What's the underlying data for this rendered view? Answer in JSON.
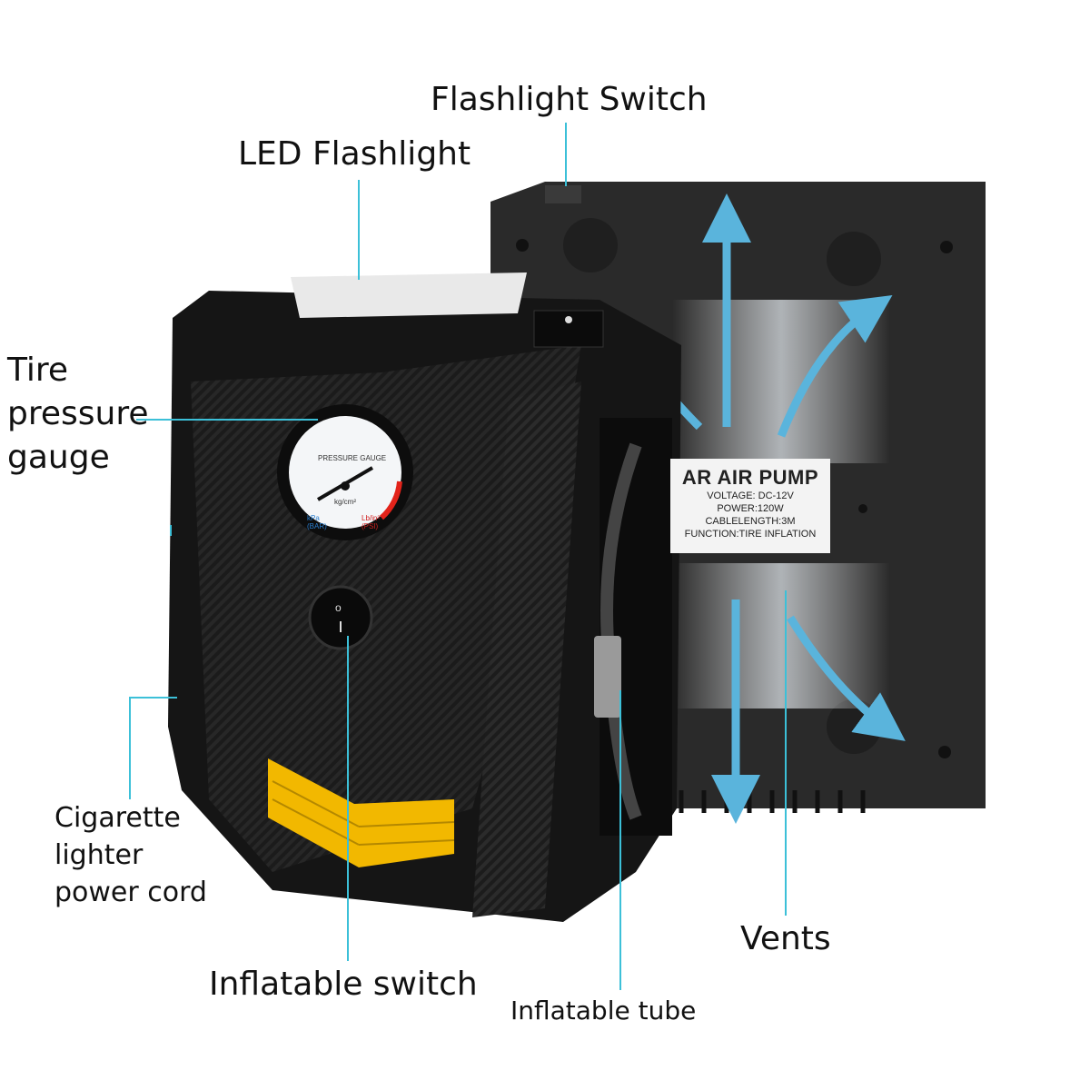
{
  "labels": {
    "flashlight_switch": "Flashlight Switch",
    "led_flashlight": "LED Flashlight",
    "tire_pressure_gauge": [
      "Tire",
      "pressure",
      "gauge"
    ],
    "cigarette_lighter_power_cord": [
      "Cigarette",
      "lighter",
      "power cord"
    ],
    "inflatable_switch": "Inflatable switch",
    "inflatable_tube": "Inflatable tube",
    "vents": "Vents"
  },
  "product_plate": {
    "title": "AR AIR PUMP",
    "lines": [
      "VOLTAGE: DC-12V",
      "POWER:120W",
      "CABLELENGTH:3M",
      "FUNCTION:TIRE INFLATION"
    ]
  },
  "gauge": {
    "title": "PRESSURE GAUGE",
    "unit": "kg/cm²",
    "left_units": "kPa (BAR)",
    "right_units": "Lb/in² (PSI)"
  },
  "colors": {
    "leader_line": "#3cc0d8",
    "accent_yellow": "#f2b800",
    "body": "#1a1a1a",
    "arrow": "#5ab4dc"
  }
}
